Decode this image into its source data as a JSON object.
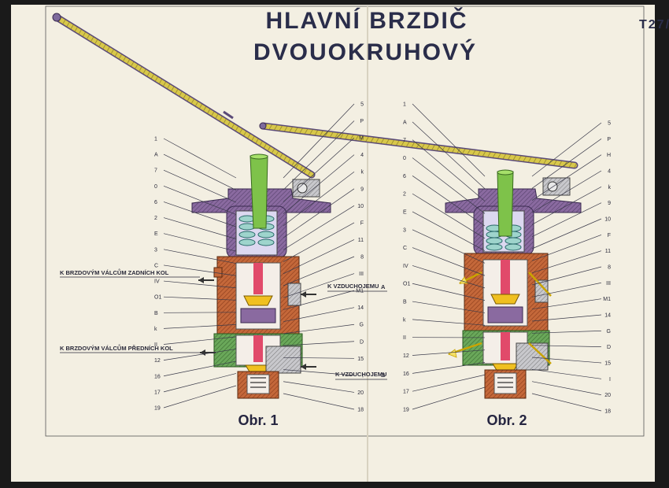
{
  "title": {
    "line1": "HLAVNÍ BRZDIČ",
    "line2": "DVOUOKRUHOVÝ",
    "plate_number": "T27/"
  },
  "figure1": {
    "caption": "Obr. 1",
    "left_labels": [
      "1",
      "A",
      "7",
      "0",
      "6",
      "2",
      "E",
      "3",
      "C",
      "IV",
      "O1",
      "B",
      "k",
      "II",
      "12",
      "16",
      "17",
      "19"
    ],
    "right_labels": [
      "5",
      "P",
      "M",
      "4",
      "k",
      "9",
      "10",
      "F",
      "11",
      "8",
      "III",
      "M1",
      "14",
      "G",
      "D",
      "15",
      "I",
      "20",
      "18"
    ],
    "callouts": {
      "rear": "K BRZDOVÝM VÁLCŮM ZADNÍCH KOL",
      "front": "K BRZDOVÝM VÁLCŮM PŘEDNÍCH KOL",
      "reservoir_a_text": "K VZDUCHOJEMU",
      "reservoir_a_letter": "A",
      "reservoir_b_text": "K VZDUCHOJEMU",
      "reservoir_b_letter": "B"
    }
  },
  "figure2": {
    "caption": "Obr. 2",
    "left_labels": [
      "1",
      "A",
      "7",
      "0",
      "6",
      "2",
      "E",
      "3",
      "C",
      "IV",
      "O1",
      "B",
      "k",
      "II",
      "12",
      "16",
      "17",
      "19"
    ],
    "right_labels": [
      "5",
      "P",
      "H",
      "4",
      "k",
      "9",
      "10",
      "F",
      "11",
      "8",
      "III",
      "M1",
      "14",
      "G",
      "D",
      "15",
      "I",
      "20",
      "18"
    ]
  },
  "colors": {
    "paper": "#f3efe2",
    "lever": "#7d6a9c",
    "spring_yellow": "#e8d23a",
    "housing_purple": "#8a6aa0",
    "housing_rust": "#c4683a",
    "housing_green": "#6aa85a",
    "valve_yellow": "#f0c020",
    "rod_green": "#7ec24a",
    "spring_teal": "#9ed4cc",
    "air_arrow": "#f4e06a"
  }
}
